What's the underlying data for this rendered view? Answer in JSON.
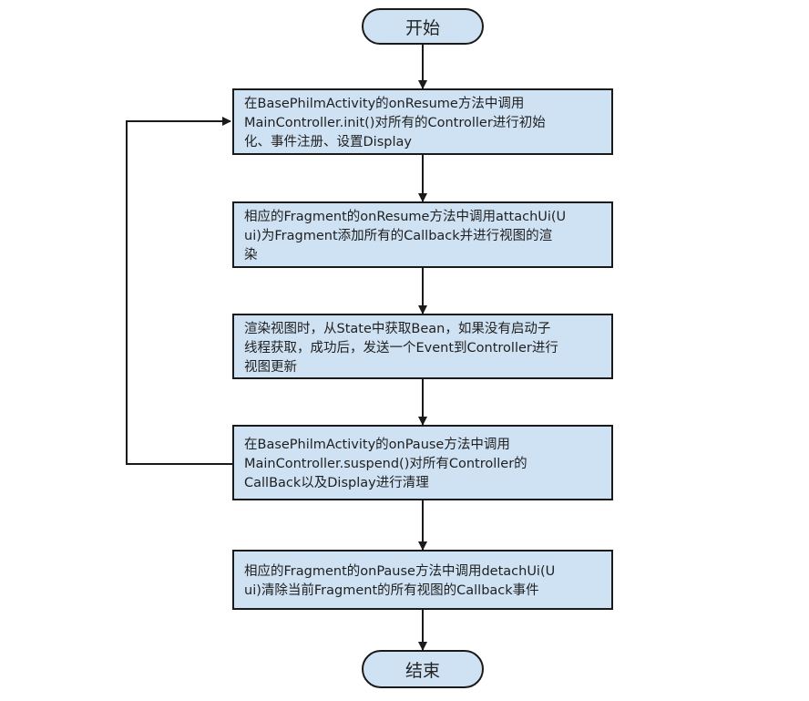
{
  "flowchart": {
    "start": {
      "label": "开始"
    },
    "end": {
      "label": "结束"
    },
    "steps": [
      {
        "id": "step1",
        "lines": [
          "在BasePhilmActivity的onResume方法中调用",
          "MainController.init()对所有的Controller进行初始",
          "化、事件注册、设置Display"
        ]
      },
      {
        "id": "step2",
        "lines": [
          "相应的Fragment的onResume方法中调用attachUi(U",
          "ui)为Fragment添加所有的Callback并进行视图的渲",
          "染"
        ]
      },
      {
        "id": "step3",
        "lines": [
          "渲染视图时，从State中获取Bean，如果没有启动子",
          "线程获取，成功后，发送一个Event到Controller进行",
          "视图更新"
        ]
      },
      {
        "id": "step4",
        "lines": [
          "在BasePhilmActivity的onPause方法中调用",
          "MainController.suspend()对所有Controller的",
          "CallBack以及Display进行清理"
        ]
      },
      {
        "id": "step5",
        "lines": [
          "相应的Fragment的onPause方法中调用detachUi(U",
          "ui)清除当前Fragment的所有视图的Callback事件"
        ]
      }
    ],
    "edges": [
      {
        "from": "start",
        "to": "step1"
      },
      {
        "from": "step1",
        "to": "step2"
      },
      {
        "from": "step2",
        "to": "step3"
      },
      {
        "from": "step3",
        "to": "step4"
      },
      {
        "from": "step4",
        "to": "step5"
      },
      {
        "from": "step5",
        "to": "end"
      },
      {
        "from": "step4",
        "to": "step1",
        "type": "loop-back"
      }
    ],
    "colors": {
      "node_fill": "#cfe2f3",
      "stroke": "#1a1a1a"
    }
  }
}
